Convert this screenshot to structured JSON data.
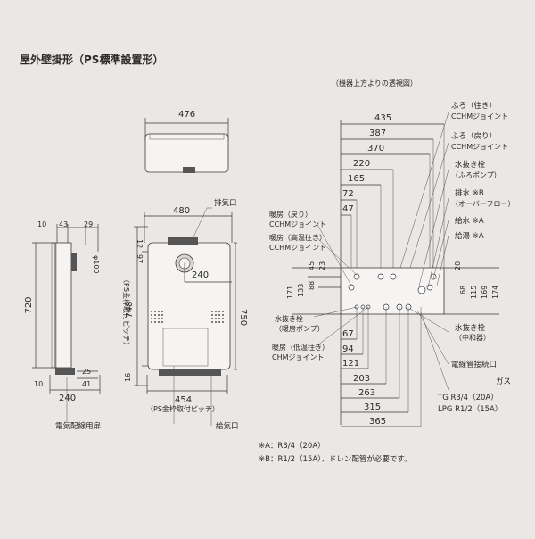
{
  "title": "屋外壁掛形（PS標準設置形）",
  "top_view_note": "（機器上方よりの透視図）",
  "top_unit": {
    "width": "476"
  },
  "front": {
    "width": "480",
    "height": "750",
    "overall_height": "748",
    "top_offset": "12",
    "exhaust_drop": "97",
    "exhaust_offset": "240",
    "bottom_offset": "16",
    "mount_pitch_w": "454",
    "mount_pitch_label_v": "（PS金枠取付ピッチ）",
    "mount_pitch_label_h": "（PS金枠取付ピッチ）"
  },
  "side": {
    "dims_top": [
      "10",
      "43",
      "29"
    ],
    "phi": "φ100",
    "height": "720",
    "depth": "240",
    "bottom_dims": [
      "25",
      "41"
    ],
    "bottom_left": "10"
  },
  "labels": {
    "exhaust": "排気口",
    "electric_door": "電気配線用扉",
    "intake": "給気口"
  },
  "pipes_top": {
    "dims": [
      "435",
      "387",
      "370",
      "220",
      "165",
      "72",
      "47"
    ],
    "labels_left": [
      {
        "line1": "暖房（戻り）",
        "line2": "CCHMジョイント"
      },
      {
        "line1": "暖房（高温往き）",
        "line2": "CCHMジョイント"
      }
    ],
    "labels_right": [
      {
        "line1": "ふろ（往き）",
        "line2": "CCHMジョイント"
      },
      {
        "line1": "ふろ（戻り）",
        "line2": "CCHMジョイント"
      },
      {
        "line1": "水抜き栓",
        "line2": "（ふろポンプ）"
      },
      {
        "line1": "排水 ※B",
        "line2": "（オーバーフロー）"
      },
      {
        "line1": "給水 ※A",
        "line2": ""
      },
      {
        "line1": "給湯 ※A",
        "line2": ""
      }
    ],
    "small_v": [
      "45",
      "23"
    ],
    "right_v": [
      "20"
    ],
    "left_v": [
      "171",
      "133",
      "88"
    ],
    "right_v2": [
      "68",
      "115",
      "169",
      "174"
    ]
  },
  "pipes_bottom": {
    "dims": [
      "67",
      "94",
      "121",
      "203",
      "263",
      "315",
      "365"
    ],
    "labels_left": [
      {
        "line1": "水抜き栓",
        "line2": "（暖房ポンプ）"
      },
      {
        "line1": "暖房（低温往き）",
        "line2": "CHMジョイント"
      }
    ],
    "labels_right": [
      {
        "line1": "水抜き栓",
        "line2": "（中和器）"
      },
      {
        "line1": "電線管接続口",
        "line2": ""
      },
      {
        "line1": "ガス",
        "line2": ""
      },
      {
        "line1": "TG R3/4（20A）",
        "line2": "LPG R1/2（15A）"
      }
    ]
  },
  "notes": [
    "※A：R3/4（20A）",
    "※B：R1/2（15A）、ドレン配管が必要です。"
  ]
}
